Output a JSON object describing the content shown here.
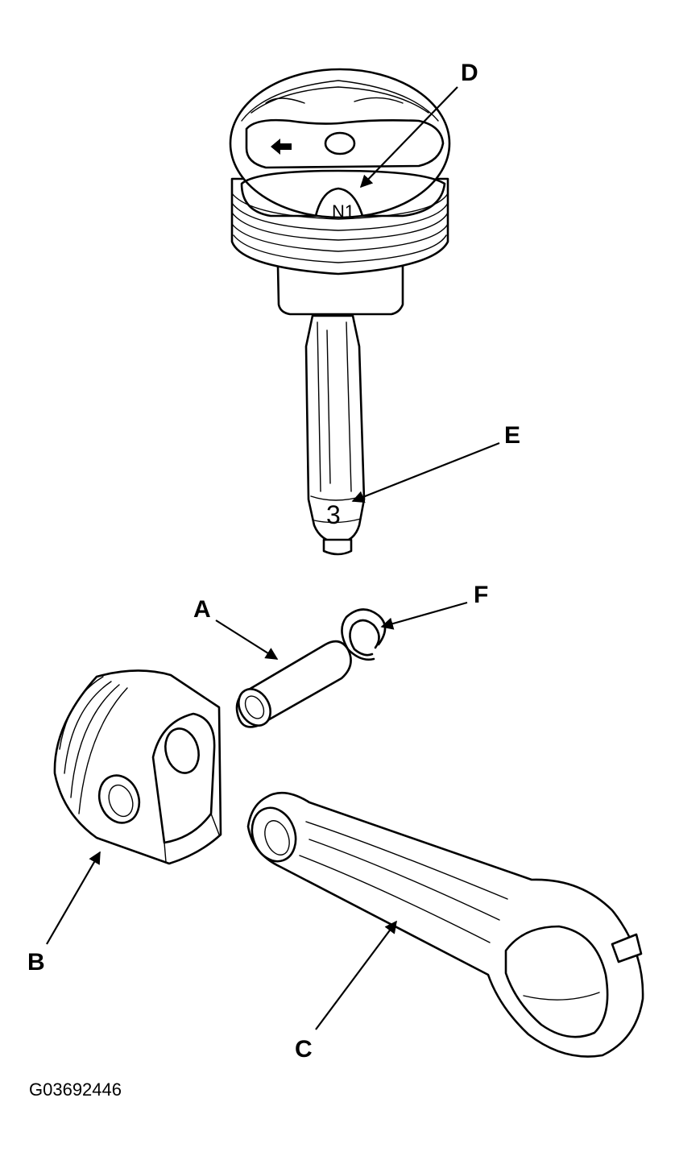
{
  "callouts": {
    "a": "A",
    "b": "B",
    "c": "C",
    "d": "D",
    "e": "E",
    "f": "F"
  },
  "marks": {
    "piston_crown_mark": "N1",
    "rod_number": "3"
  },
  "figure_id": "G03692446",
  "icons": {
    "arrow": "left-arrow-icon"
  }
}
